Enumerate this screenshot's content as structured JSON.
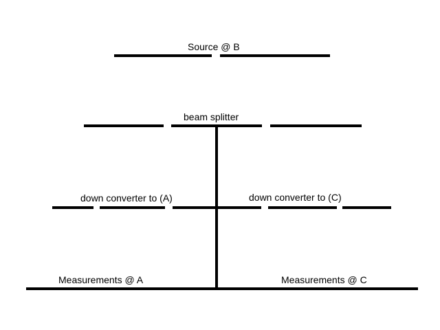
{
  "labels": {
    "source": "Source @ B",
    "beam_splitter": "beam splitter",
    "down_converter_a": "down converter to (A)",
    "down_converter_c": "down converter to (C)",
    "measurements_a": "Measurements @ A",
    "measurements_c": "Measurements @ C"
  },
  "colors": {
    "line": "#000000",
    "text": "#000000",
    "background": "#ffffff"
  }
}
